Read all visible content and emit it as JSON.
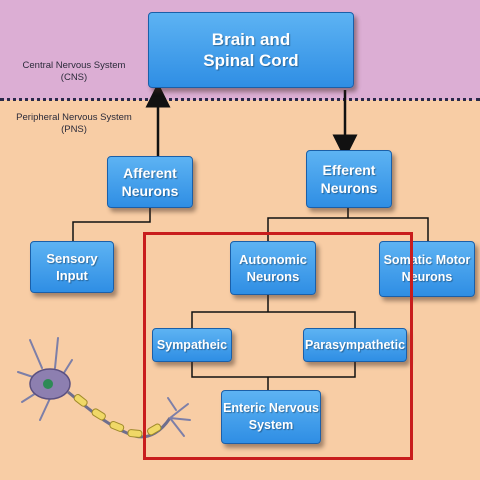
{
  "zones": {
    "cns": {
      "line1": "Central Nervous System",
      "line2": "(CNS)"
    },
    "pns": {
      "line1": "Peripheral Nervous System",
      "line2": "(PNS)"
    }
  },
  "nodes": {
    "brain": {
      "line1": "Brain and",
      "line2": "Spinal Cord"
    },
    "afferent": {
      "line1": "Afferent",
      "line2": "Neurons"
    },
    "efferent": {
      "line1": "Efferent",
      "line2": "Neurons"
    },
    "sensory": {
      "line1": "Sensory",
      "line2": "Input"
    },
    "autonomic": {
      "line1": "Autonomic",
      "line2": "Neurons"
    },
    "somatic": {
      "line1": "Somatic Motor",
      "line2": "Neurons"
    },
    "sympathetic": {
      "line1": "Sympatheic"
    },
    "parasympathetic": {
      "line1": "Parasympathetic"
    },
    "enteric": {
      "line1": "Enteric Nervous",
      "line2": "System"
    }
  },
  "colors": {
    "cns_band": "#dcaed4",
    "pns_background": "#f8cda5",
    "box_fill": "#3b9be8",
    "highlight_border": "#c81d1d"
  },
  "icons": [
    "neuron-illustration"
  ]
}
